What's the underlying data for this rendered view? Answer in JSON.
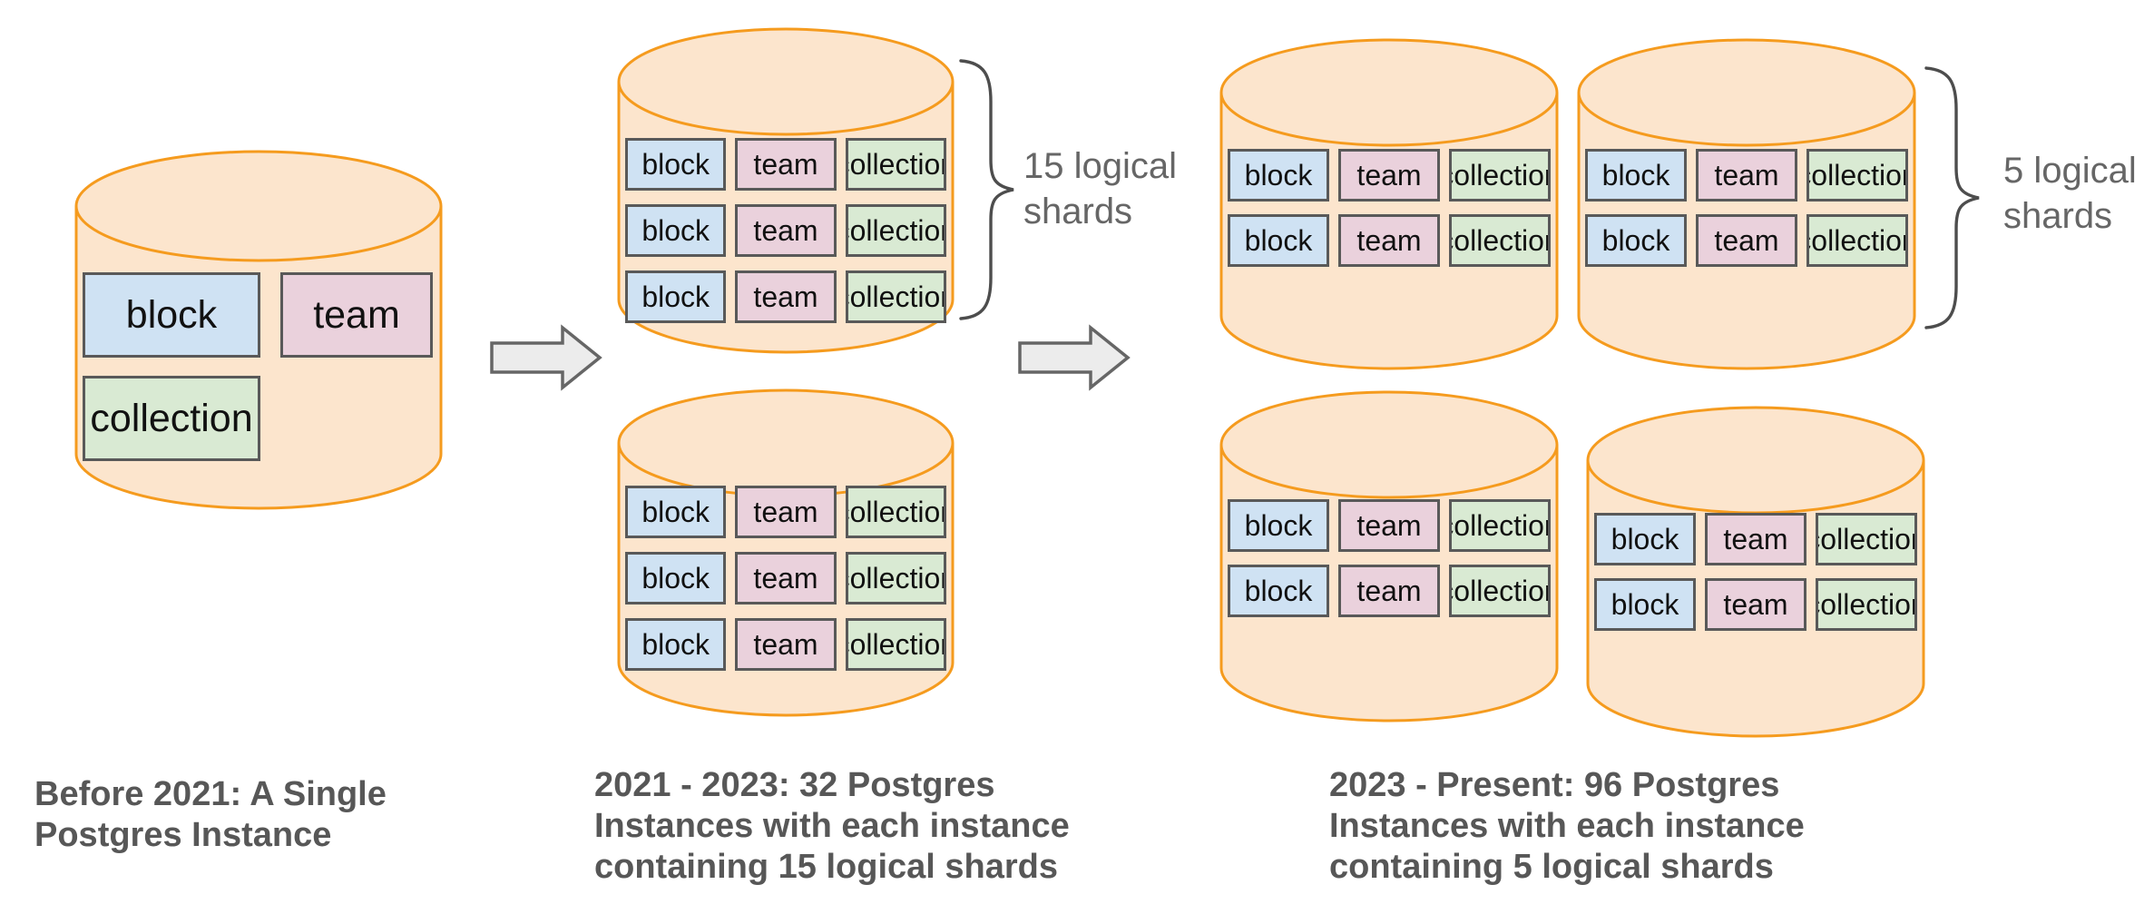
{
  "colors": {
    "background": "#FFFFFF",
    "cylinder_fill": "#FCE5CD",
    "cylinder_stroke": "#F59B1E",
    "block_fill": "#CFE2F3",
    "team_fill": "#EAD1DC",
    "collection_fill": "#D9EAD3",
    "box_border": "#595959",
    "arrow_fill": "#ECECEC",
    "arrow_border": "#666666",
    "brace_color": "#4D4D4D",
    "caption_color": "#575757",
    "annotation_color": "#666666"
  },
  "tables": {
    "block": "block",
    "team": "team",
    "collection": "collection"
  },
  "stage1": {
    "caption": [
      "Before 2021: A Single",
      "Postgres Instance"
    ]
  },
  "stage2": {
    "caption": [
      "2021 - 2023: 32 Postgres",
      "Instances with each instance",
      "containing 15 logical shards"
    ],
    "annotation": [
      "15 logical",
      "shards"
    ]
  },
  "stage3": {
    "caption": [
      "2023 - Present: 96 Postgres",
      "Instances with each instance",
      "containing 5 logical shards"
    ],
    "annotation": [
      "5 logical",
      "shards"
    ]
  }
}
